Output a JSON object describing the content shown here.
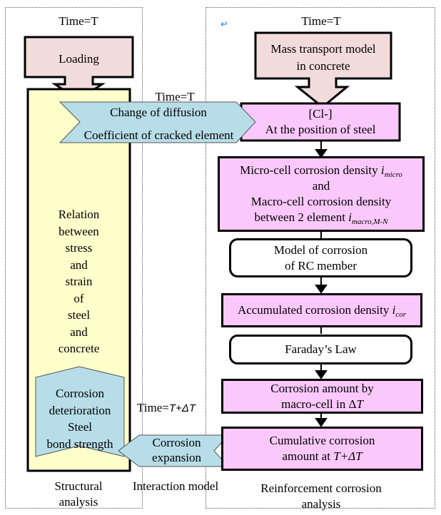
{
  "panels": {
    "structural": {
      "time_label": "Time=T",
      "loading": "Loading",
      "relation_lines": [
        "Relation",
        "between",
        "stress",
        "and",
        "strain",
        "of",
        "steel",
        "and",
        "concrete"
      ],
      "corrosion_effect_lines": [
        "Corrosion",
        "deterioration",
        "Steel",
        "bond strength"
      ],
      "footer_lines": [
        "Structural",
        "analysis"
      ]
    },
    "interaction": {
      "time_top": "Time=T",
      "diffusion_line1": "Change of diffusion",
      "diffusion_line2": "Coefficient of cracked element",
      "time_bottom_prefix": "Time=",
      "time_bottom_expr": "T+ΔT",
      "expansion_lines": [
        "Corrosion",
        "expansion"
      ],
      "footer": "Interaction model"
    },
    "reinforcement": {
      "return_mark": "↵",
      "time_label": "Time=T",
      "mass_transport_lines": [
        "Mass transport model",
        "in concrete"
      ],
      "chloride_lines": [
        "[Cl-]",
        "At the position of steel"
      ],
      "micro_line1_text": "Micro-cell corrosion density ",
      "micro_line1_var": "i",
      "micro_line1_sub": "micro",
      "micro_line2": "and",
      "micro_line3": "Macro-cell corrosion density",
      "micro_line4_text": "between 2 element ",
      "micro_line4_var": "i",
      "micro_line4_sub": "macro,M-N",
      "model_lines": [
        "Model of corrosion",
        "of RC member"
      ],
      "accumulated_text": "Accumulated corrosion density ",
      "accumulated_var": "i",
      "accumulated_sub": "cor",
      "faraday": "Faraday’s Law",
      "amount_line1": "Corrosion amount by",
      "amount_line2_text": "macro-cell in  Δ",
      "amount_line2_var": "T",
      "cumulative_line1": "Cumulative corrosion",
      "cumulative_line2_text": "amount at ",
      "cumulative_line2_expr": "T+ΔT",
      "footer_lines": [
        "Reinforcement corrosion",
        "analysis"
      ]
    }
  },
  "colors": {
    "loading_fill": "#f2dcdb",
    "structural_fill": "#ffffcc",
    "interaction_fill": "#b7dde8",
    "process_fill": "#fbc8fb"
  }
}
